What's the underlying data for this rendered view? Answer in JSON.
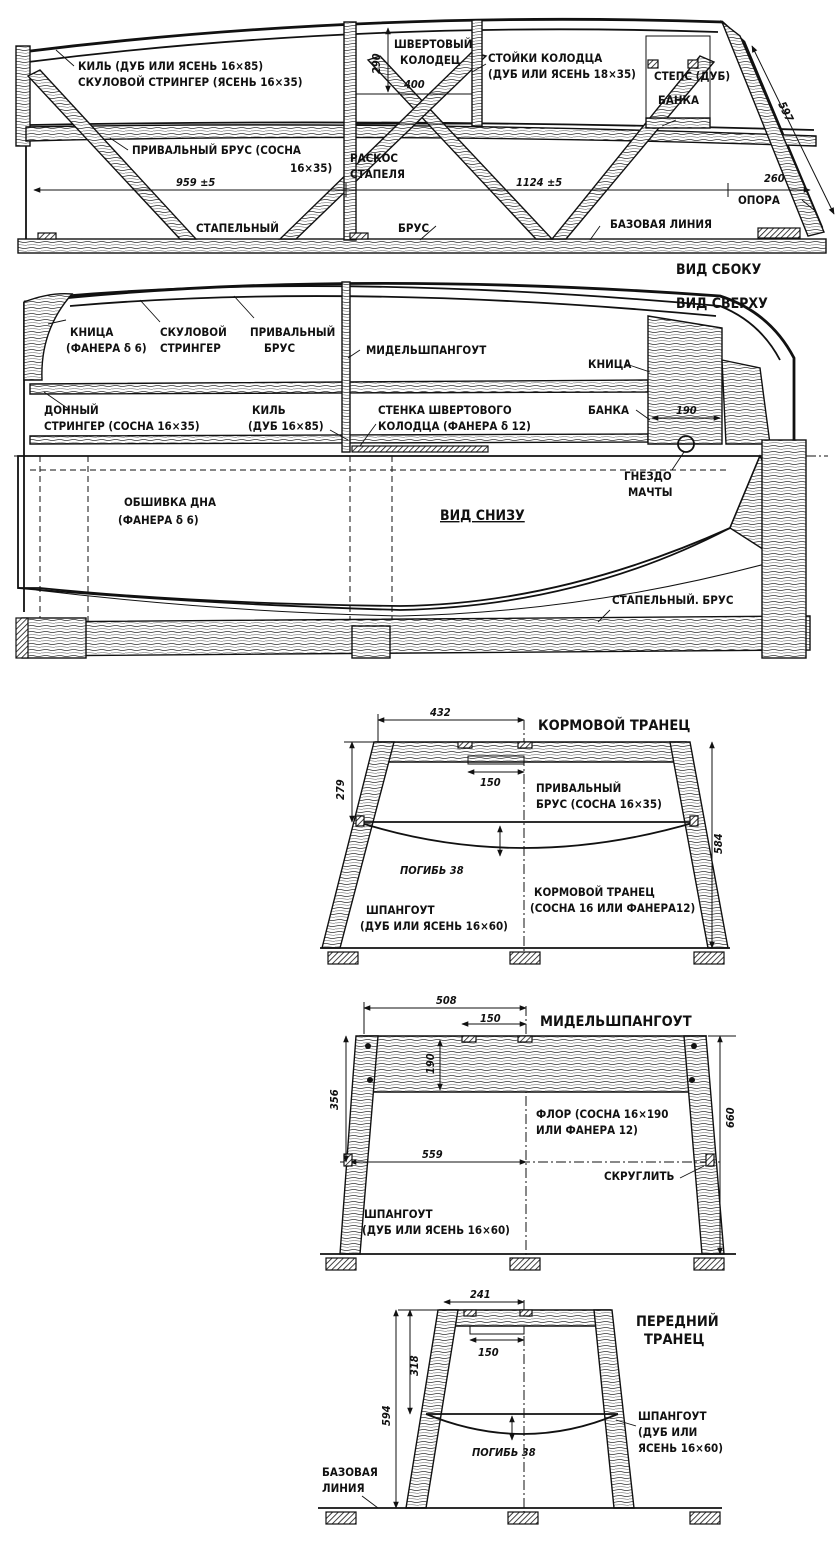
{
  "side_view": {
    "view_title": "ВИД СБОКУ",
    "labels": {
      "keel": "КИЛЬ (ДУБ ИЛИ ЯСЕНЬ 16×85)",
      "chine_stringer": "СКУЛОВОЙ СТРИНГЕР (ЯСЕНЬ 16×35)",
      "well_line1": "ШВЕРТОВЫЙ",
      "well_line2": "КОЛОДЕЦ",
      "posts_line1": "СТОЙКИ КОЛОДЦА",
      "posts_line2": "(ДУБ ИЛИ ЯСЕНЬ 18×35)",
      "step": "СТЕПС (ДУБ)",
      "seat": "БАНКА",
      "gunwale_line1": "ПРИВАЛЬНЫЙ БРУС (СОСНА",
      "gunwale_line2": "16×35)",
      "brace_line1": "РАСКОС",
      "brace_line2": "СТАПЕЛЯ",
      "support": "ОПОРА",
      "stocks_word1": "СТАПЕЛЬНЫЙ",
      "stocks_word2": "БРУС",
      "baseline": "БАЗОВАЯ ЛИНИЯ"
    },
    "dims": {
      "well_height": "290",
      "well_length": "400",
      "stem_length": "597",
      "aft_length": "959 ±5",
      "mid_length": "1124 ±5",
      "fwd_length": "260"
    }
  },
  "top_view": {
    "view_title": "ВИД СВЕРХУ",
    "labels": {
      "knee_line1": "КНИЦА",
      "knee_line2": "(ФАНЕРА δ 6)",
      "chine_line1": "СКУЛОВОЙ",
      "chine_line2": "СТРИНГЕР",
      "gunwale_line1": "ПРИВАЛЬНЫЙ",
      "gunwale_line2": "БРУС",
      "midframe": "МИДЕЛЬШПАНГОУТ",
      "knee_fwd": "КНИЦА",
      "bottom_stringer_line1": "ДОННЫЙ",
      "bottom_stringer_line2": "СТРИНГЕР (СОСНА 16×35)",
      "keel_line1": "КИЛЬ",
      "keel_line2": "(ДУБ 16×85)",
      "well_wall_line1": "СТЕНКА ШВЕРТОВОГО",
      "well_wall_line2": "КОЛОДЦА (ФАНЕРА δ 12)",
      "seat": "БАНКА",
      "mast_line1": "ГНЕЗДО",
      "mast_line2": "МАЧТЫ"
    },
    "dims": {
      "seat_width": "190"
    }
  },
  "bottom_view": {
    "view_title": "ВИД СНИЗУ",
    "labels": {
      "plating_line1": "ОБШИВКА ДНА",
      "plating_line2": "(ФАНЕРА δ 6)",
      "stocks": "СТАПЕЛЬНЫЙ. БРУС"
    }
  },
  "stern_transom": {
    "title": "КОРМОВОЙ ТРАНЕЦ",
    "labels": {
      "gunwale_line1": "ПРИВАЛЬНЫЙ",
      "gunwale_line2": "БРУС (СОСНА 16×35)",
      "camber": "ПОГИБЬ 38",
      "frame_line1": "ШПАНГОУТ",
      "frame_line2": "(ДУБ ИЛИ ЯСЕНЬ 16×60)",
      "transom_line1": "КОРМОВОЙ ТРАНЕЦ",
      "transom_line2": "(СОСНА 16 ИЛИ ФАНЕРА12)"
    },
    "dims": {
      "half_width": "432",
      "notch": "150",
      "side_height": "279",
      "total_height": "584"
    }
  },
  "midship_frame": {
    "title": "МИДЕЛЬШПАНГОУТ",
    "labels": {
      "floor_line1": "ФЛОР (СОСНА 16×190",
      "floor_line2": "ИЛИ ФАНЕРА 12)",
      "round": "СКРУГЛИТЬ",
      "frame_line1": "ШПАНГОУТ",
      "frame_line2": "(ДУБ ИЛИ ЯСЕНЬ 16×60)"
    },
    "dims": {
      "half_width": "508",
      "notch": "150",
      "floor_height": "190",
      "side_height": "356",
      "total_height": "660",
      "lower_width": "559"
    }
  },
  "fwd_transom": {
    "title_line1": "ПЕРЕДНИЙ",
    "title_line2": "ТРАНЕЦ",
    "labels": {
      "frame_line1": "ШПАНГОУТ",
      "frame_line2": "(ДУБ ИЛИ",
      "frame_line3": "ЯСЕНЬ 16×60)",
      "camber": "ПОГИБЬ 38",
      "baseline_line1": "БАЗОВАЯ",
      "baseline_line2": "ЛИНИЯ"
    },
    "dims": {
      "half_width": "241",
      "notch": "150",
      "side_height": "318",
      "total_height": "594"
    }
  }
}
